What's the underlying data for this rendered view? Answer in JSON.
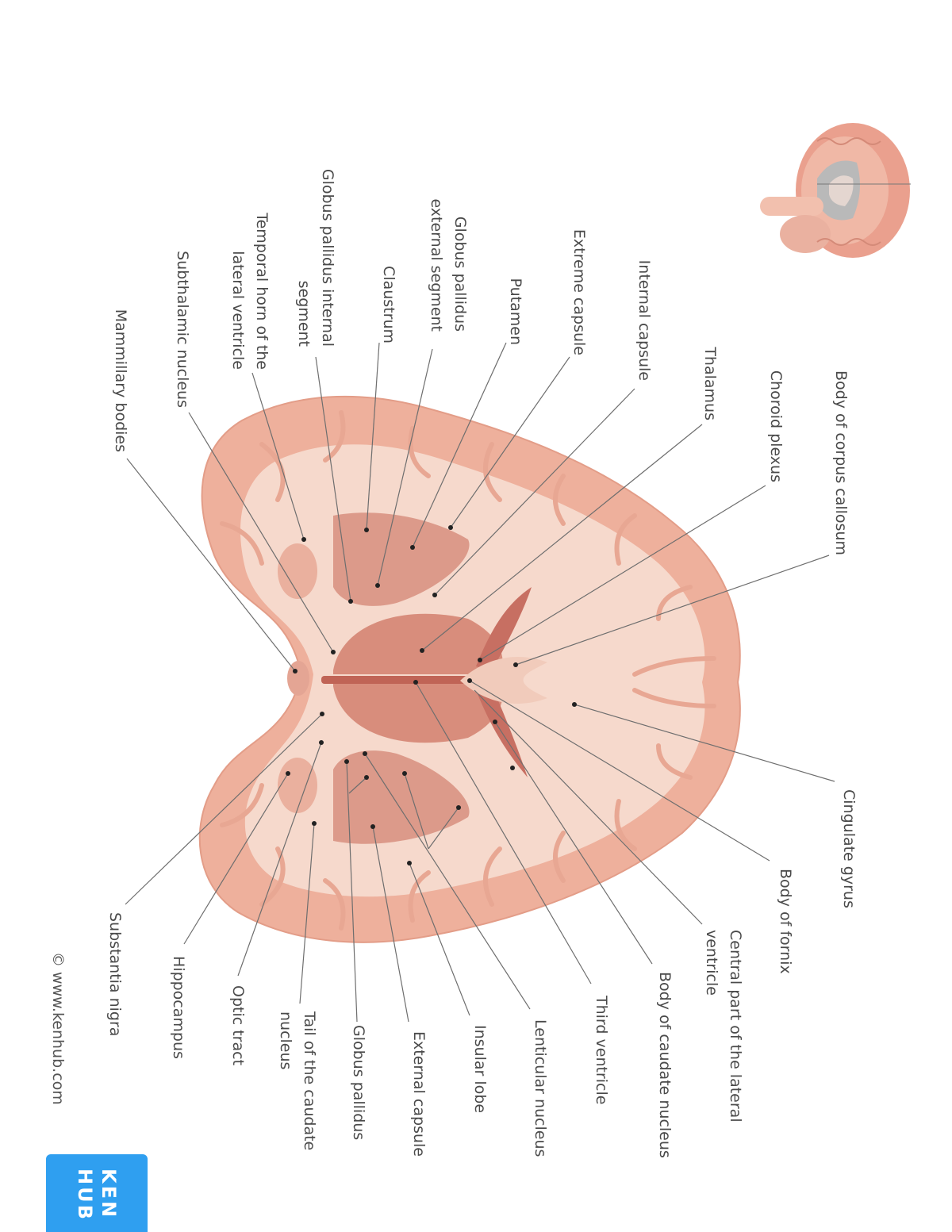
{
  "labels_right": [
    {
      "id": "body-of-corpus-callosum",
      "lines": [
        "Body of corpus callosum"
      ]
    },
    {
      "id": "choroid-plexus",
      "lines": [
        "Choroid plexus"
      ]
    },
    {
      "id": "thalamus",
      "lines": [
        "Thalamus"
      ]
    },
    {
      "id": "internal-capsule",
      "lines": [
        "Internal capsule"
      ]
    },
    {
      "id": "extreme-capsule",
      "lines": [
        "Extreme capsule"
      ]
    },
    {
      "id": "putamen",
      "lines": [
        "Putamen"
      ]
    },
    {
      "id": "globus-pallidus-external",
      "lines": [
        "Globus pallidus",
        "external segment"
      ]
    },
    {
      "id": "claustrum",
      "lines": [
        "Claustrum"
      ]
    },
    {
      "id": "globus-pallidus-internal",
      "lines": [
        "Globus pallidus internal",
        "segment"
      ]
    },
    {
      "id": "temporal-horn",
      "lines": [
        "Temporal horn of the",
        "lateral ventricle"
      ]
    },
    {
      "id": "subthalamic-nucleus",
      "lines": [
        "Subthalamic nucleus"
      ]
    },
    {
      "id": "mammillary-bodies",
      "lines": [
        "Mammillary bodies"
      ]
    }
  ],
  "labels_left": [
    {
      "id": "cingulate-gyrus",
      "lines": [
        "Cingulate gyrus"
      ]
    },
    {
      "id": "body-of-fornix",
      "lines": [
        "Body of fornix"
      ]
    },
    {
      "id": "central-part-lateral-ventricle",
      "lines": [
        "Central part of the lateral",
        "ventricle"
      ]
    },
    {
      "id": "body-of-caudate-nucleus",
      "lines": [
        "Body of caudate nucleus"
      ]
    },
    {
      "id": "third-ventricle",
      "lines": [
        "Third ventricle"
      ]
    },
    {
      "id": "lenticular-nucleus",
      "lines": [
        "Lenticular nucleus"
      ]
    },
    {
      "id": "insular-lobe",
      "lines": [
        "Insular lobe"
      ]
    },
    {
      "id": "external-capsule",
      "lines": [
        "External capsule"
      ]
    },
    {
      "id": "globus-pallidus",
      "lines": [
        "Globus pallidus"
      ]
    },
    {
      "id": "tail-of-caudate-nucleus",
      "lines": [
        "Tail of the caudate",
        "nucleus"
      ]
    },
    {
      "id": "optic-tract",
      "lines": [
        "Optic tract"
      ]
    },
    {
      "id": "hippocampus",
      "lines": [
        "Hippocampus"
      ]
    },
    {
      "id": "substantia-nigra",
      "lines": [
        "Substantia nigra"
      ]
    }
  ],
  "copyright": "© www.kenhub.com",
  "logo": {
    "line1": "KEN",
    "line2": "HUB"
  },
  "colors": {
    "cortex": "#eeb09c",
    "white_matter": "#f6d9cc",
    "nuclei": "#dc9a8a",
    "dark_nuclei": "#c97a6c",
    "leader_line": "#6e6e6e",
    "brand": "#2f9ff0"
  }
}
